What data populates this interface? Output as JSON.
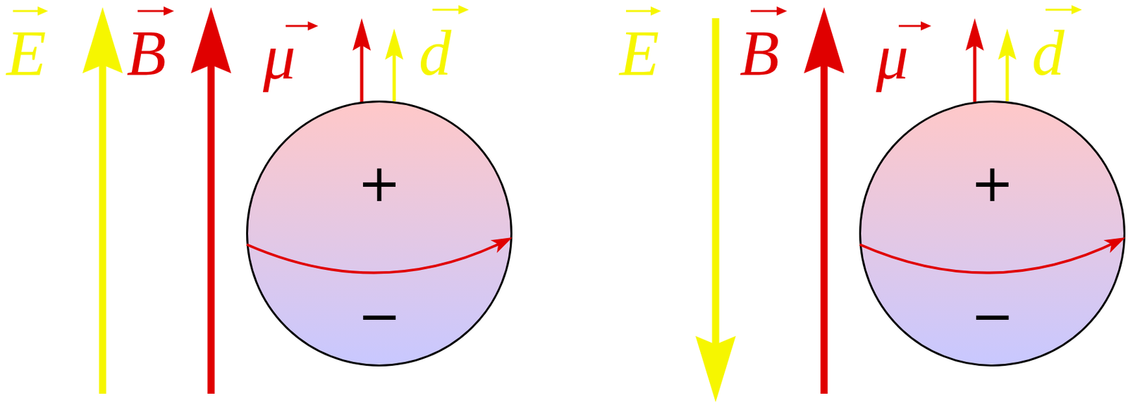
{
  "diagram": {
    "nodes": [
      {
        "text": [
          "+",
          "−"
        ]
      },
      {
        "text": [
          "+",
          "−"
        ]
      }
    ],
    "labels": [
      "E",
      "B",
      "μ",
      "d",
      "E",
      "B",
      "μ",
      "d"
    ]
  }
}
